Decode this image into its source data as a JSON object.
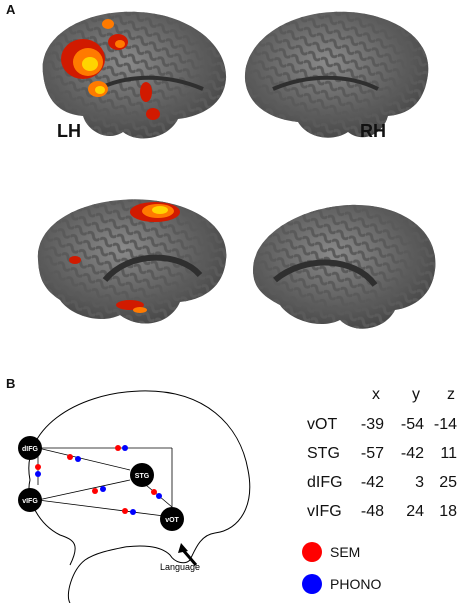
{
  "figure": {
    "panel_a_label": "A",
    "panel_b_label": "B",
    "hemisphere_left": "LH",
    "hemisphere_right": "RH",
    "diagram": {
      "nodes": [
        {
          "id": "dIFG",
          "label": "dIFG"
        },
        {
          "id": "STG",
          "label": "STG"
        },
        {
          "id": "vIFG",
          "label": "vIFG"
        },
        {
          "id": "vOT",
          "label": "vOT"
        }
      ],
      "input_label": "Language"
    },
    "coords_table": {
      "headers": [
        "x",
        "y",
        "z"
      ],
      "rows": [
        {
          "region": "vOT",
          "x": "-39",
          "y": "-54",
          "z": "-14"
        },
        {
          "region": "STG",
          "x": "-57",
          "y": "-42",
          "z": "11"
        },
        {
          "region": "dIFG",
          "x": "-42",
          "y": "3",
          "z": "25"
        },
        {
          "region": "vIFG",
          "x": "-48",
          "y": "24",
          "z": "18"
        }
      ]
    },
    "legend": [
      {
        "label": "SEM",
        "color": "#ff0000"
      },
      {
        "label": "PHONO",
        "color": "#0000ff"
      }
    ],
    "colors": {
      "brain_dark": "#4a4a4a",
      "brain_light": "#7a7a7a",
      "activation_hot": "#ffd400",
      "activation_mid": "#ff7a00",
      "activation_low": "#d11a00"
    }
  }
}
